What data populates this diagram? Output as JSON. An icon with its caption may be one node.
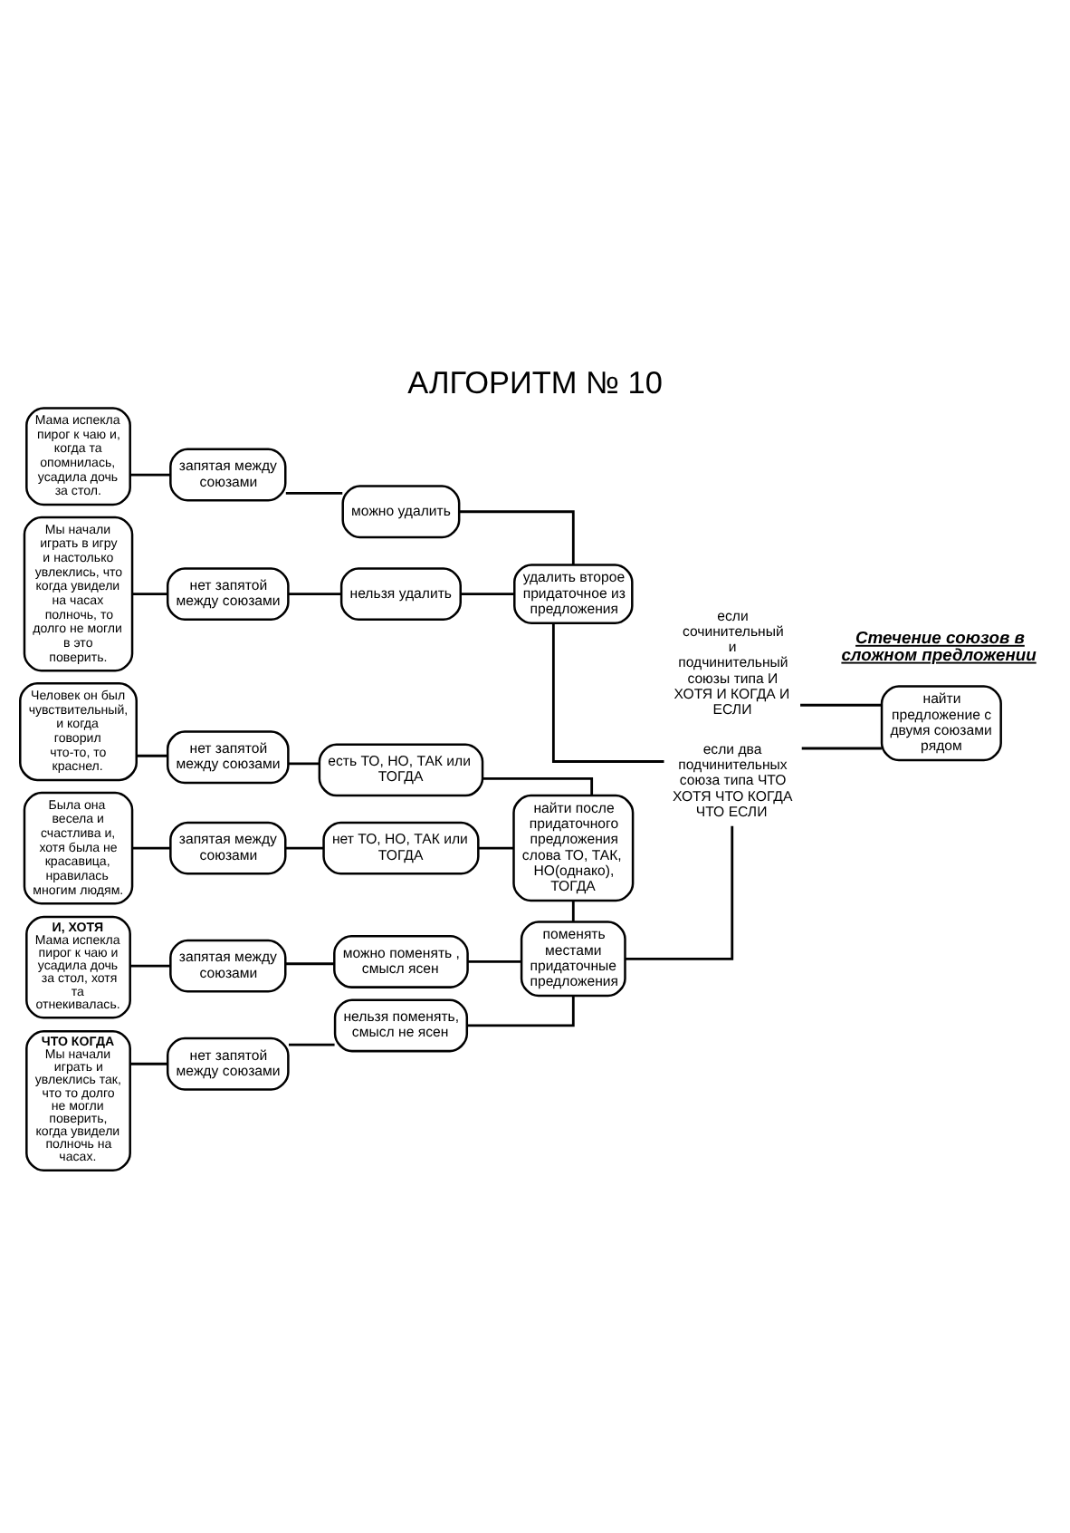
{
  "diagram": {
    "title": "АЛГОРИТМ № 10",
    "nodes": [
      {
        "text": [
          "найти предложение с двумя союзами рядом"
        ]
      },
      {
        "text": [
          "если сочинительный и подчинительный союзы типа И ХОТЯ И КОГДА И ЕСЛИ"
        ]
      },
      {
        "text": [
          "если два подчинительных союза типа ЧТО ХОТЯ ЧТО КОГДА ЧТО ЕСЛИ"
        ]
      },
      {
        "text": [
          "найти после придаточного предложения слова ТО, ТАК, НО(однако), ТОГДА"
        ]
      },
      {
        "text": [
          "поменять местами придаточные предложения"
        ]
      },
      {
        "text": [
          "удалить второе придаточное из предложения"
        ]
      },
      {
        "text": [
          "есть ТО, НО, ТАК или ТОГДА"
        ]
      },
      {
        "text": [
          "нет ТО, НО, ТАК или ТОГДА"
        ]
      },
      {
        "text": [
          "можно поменять , смысл ясен"
        ]
      },
      {
        "text": [
          "нельзя поменять, смысл не ясен"
        ]
      },
      {
        "text": [
          "можно удалить"
        ]
      },
      {
        "text": [
          "нельзя удалить"
        ]
      },
      {
        "text": [
          "нет запятой между союзами"
        ]
      },
      {
        "text": [
          "запятая между союзами"
        ]
      },
      {
        "text": [
          "запятая между союзами"
        ]
      },
      {
        "text": [
          "нет запятой между союзами"
        ]
      },
      {
        "text": [
          "запятая между союзами"
        ]
      },
      {
        "text": [
          "нет запятой между союзами"
        ]
      },
      {
        "text": [
          "Человек он был чувствительный, и когда говорил что-то, то краснел."
        ]
      },
      {
        "text": [
          "Была она весела и счастлива и, хотя была не красавица, нравилась многим людям."
        ]
      },
      {
        "text": [
          "И, ХОТЯ",
          "Мама испекла пирог к чаю и усадила дочь за стол, хотя та отнекивалась."
        ]
      },
      {
        "text": [
          "ЧТО КОГДА",
          "Мы начали играть и увлеклись так, что то долго не могли поверить, когда увидели полночь на часах."
        ]
      },
      {
        "text": [
          "Мама испекла пирог к чаю и, когда та опомнилась, усадила дочь за стол."
        ]
      },
      {
        "text": [
          "Мы начали играть в игру и настолько увлеклись, что когда увидели на часах полночь, то долго не могли в это поверить."
        ]
      }
    ],
    "edges": [
      {
        "from": 0,
        "to": 1,
        "arrow": "none"
      },
      {
        "from": 0,
        "to": 2,
        "arrow": "none"
      },
      {
        "from": 3,
        "to": 6,
        "arrow": "none"
      },
      {
        "from": 3,
        "to": 7,
        "arrow": "none"
      },
      {
        "from": 3,
        "to": 4,
        "arrow": "none"
      },
      {
        "from": 2,
        "to": 4,
        "arrow": "none"
      },
      {
        "from": 2,
        "to": 5,
        "arrow": "none"
      },
      {
        "from": 4,
        "to": 8,
        "arrow": "none"
      },
      {
        "from": 4,
        "to": 9,
        "arrow": "none"
      },
      {
        "from": 5,
        "to": 10,
        "arrow": "none"
      },
      {
        "from": 5,
        "to": 11,
        "arrow": "none"
      },
      {
        "from": 6,
        "to": 12,
        "arrow": "none"
      },
      {
        "from": 7,
        "to": 13,
        "arrow": "none"
      },
      {
        "from": 8,
        "to": 14,
        "arrow": "none"
      },
      {
        "from": 9,
        "to": 15,
        "arrow": "none"
      },
      {
        "from": 10,
        "to": 16,
        "arrow": "none"
      },
      {
        "from": 11,
        "to": 17,
        "arrow": "none"
      },
      {
        "from": 12,
        "to": 18,
        "arrow": "none"
      },
      {
        "from": 13,
        "to": 19,
        "arrow": "none"
      },
      {
        "from": 14,
        "to": 20,
        "arrow": "none"
      },
      {
        "from": 15,
        "to": 21,
        "arrow": "none"
      },
      {
        "from": 16,
        "to": 22,
        "arrow": "none"
      },
      {
        "from": 17,
        "to": 23,
        "arrow": "none"
      }
    ],
    "labels": [
      "Стечение союзов в сложном предложении"
    ]
  }
}
